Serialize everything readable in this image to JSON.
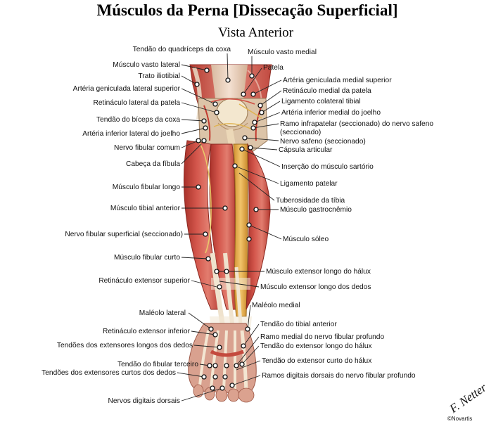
{
  "title": "Músculos da Perna [Dissecação Superficial]",
  "subtitle": "Vista Anterior",
  "labels_left": [
    "Tendão do quadríceps da coxa",
    "Músculo vasto lateral",
    "Trato iliotibial",
    "Artéria geniculada lateral superior",
    "Retináculo lateral da patela",
    "Tendão do bíceps da coxa",
    "Artéria inferior lateral do joelho",
    "Nervo fibular comum",
    "Cabeça da fíbula",
    "Músculo fibular longo",
    "Músculo tibial anterior",
    "Nervo fibular superficial (seccionado)",
    "Músculo fibular curto",
    "Retináculo extensor superior",
    "Maléolo lateral",
    "Retináculo extensor inferior",
    "Tendões dos extensores longos dos dedos",
    "Tendão do fibular terceiro",
    "Tendões dos extensores curtos dos dedos",
    "Nervos digitais dorsais"
  ],
  "labels_right": [
    "Músculo vasto medial",
    "Patela",
    "Artéria geniculada medial superior",
    "Retináculo medial da patela",
    "Ligamento colateral tibial",
    "Artéria inferior medial do joelho",
    "Ramo infrapatelar (seccionado) do nervo safeno",
    "(seccionado)",
    "Nervo safeno (seccionado)",
    "Cápsula articular",
    "Inserção do músculo sartório",
    "Ligamento patelar",
    "Tuberosidade da tíbia",
    "Músculo gastrocnêmio",
    "Músculo sóleo",
    "Músculo extensor longo do hálux",
    "Músculo extensor longo dos dedos",
    "Maléolo medial",
    "Tendão do tibial anterior",
    "Ramo medial do nervo fibular profundo",
    "Tendão do extensor longo do hálux",
    "Tendão do extensor curto do hálux",
    "Ramos digitais dorsais do nervo fibular profundo"
  ],
  "signature": "F. Netter",
  "copyright": "©Novartis",
  "colors": {
    "muscle": "#c8423a",
    "muscle_dark": "#9e2a24",
    "muscle_light": "#e07a6e",
    "tendon": "#ecdcc6",
    "bone": "#f2e6cf",
    "tendon_yellow": "#e8b04a",
    "skin_edge": "#b85a4c"
  }
}
